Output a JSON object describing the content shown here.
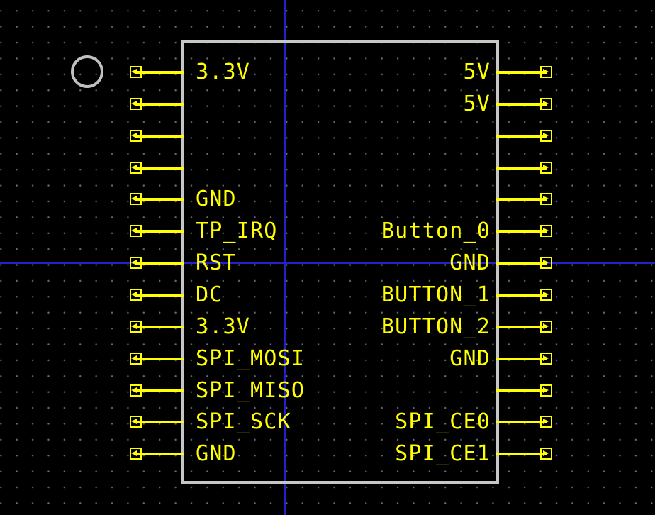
{
  "canvas": {
    "description": "schematic editor canvas with component symbol",
    "colors": {
      "background": "#000000",
      "grid_dot": "#6e6e6e",
      "wire_yellow": "#ffff00",
      "body_outline_gray": "#c6c6c6",
      "crosshair_blue": "#2222cc",
      "circle_gray": "#c0c0c0"
    }
  },
  "component": {
    "left_pins": [
      {
        "label": "3.3V"
      },
      {
        "label": ""
      },
      {
        "label": ""
      },
      {
        "label": ""
      },
      {
        "label": "GND"
      },
      {
        "label": "TP_IRQ"
      },
      {
        "label": "RST"
      },
      {
        "label": "DC"
      },
      {
        "label": "3.3V"
      },
      {
        "label": "SPI_MOSI"
      },
      {
        "label": "SPI_MISO"
      },
      {
        "label": "SPI_SCK"
      },
      {
        "label": "GND"
      }
    ],
    "right_pins": [
      {
        "label": "5V"
      },
      {
        "label": "5V"
      },
      {
        "label": ""
      },
      {
        "label": ""
      },
      {
        "label": ""
      },
      {
        "label": "Button_0"
      },
      {
        "label": "GND"
      },
      {
        "label": "BUTTON_1"
      },
      {
        "label": "BUTTON_2"
      },
      {
        "label": "GND"
      },
      {
        "label": ""
      },
      {
        "label": "SPI_CE0"
      },
      {
        "label": "SPI_CE1"
      }
    ]
  }
}
